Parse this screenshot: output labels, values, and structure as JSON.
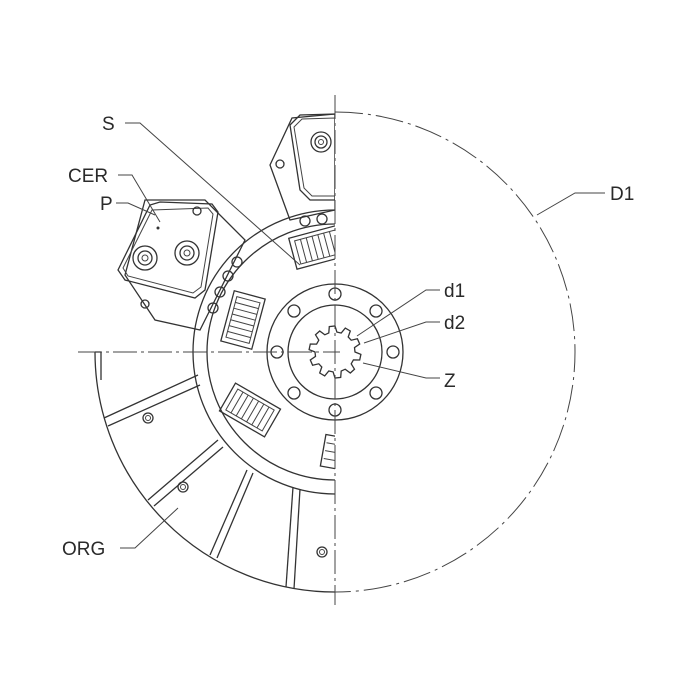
{
  "labels": {
    "s": "S",
    "cer": "CER",
    "p": "P",
    "d1_small": "d1",
    "d2": "d2",
    "z": "Z",
    "d1_outer": "D1",
    "org": "ORG"
  }
}
